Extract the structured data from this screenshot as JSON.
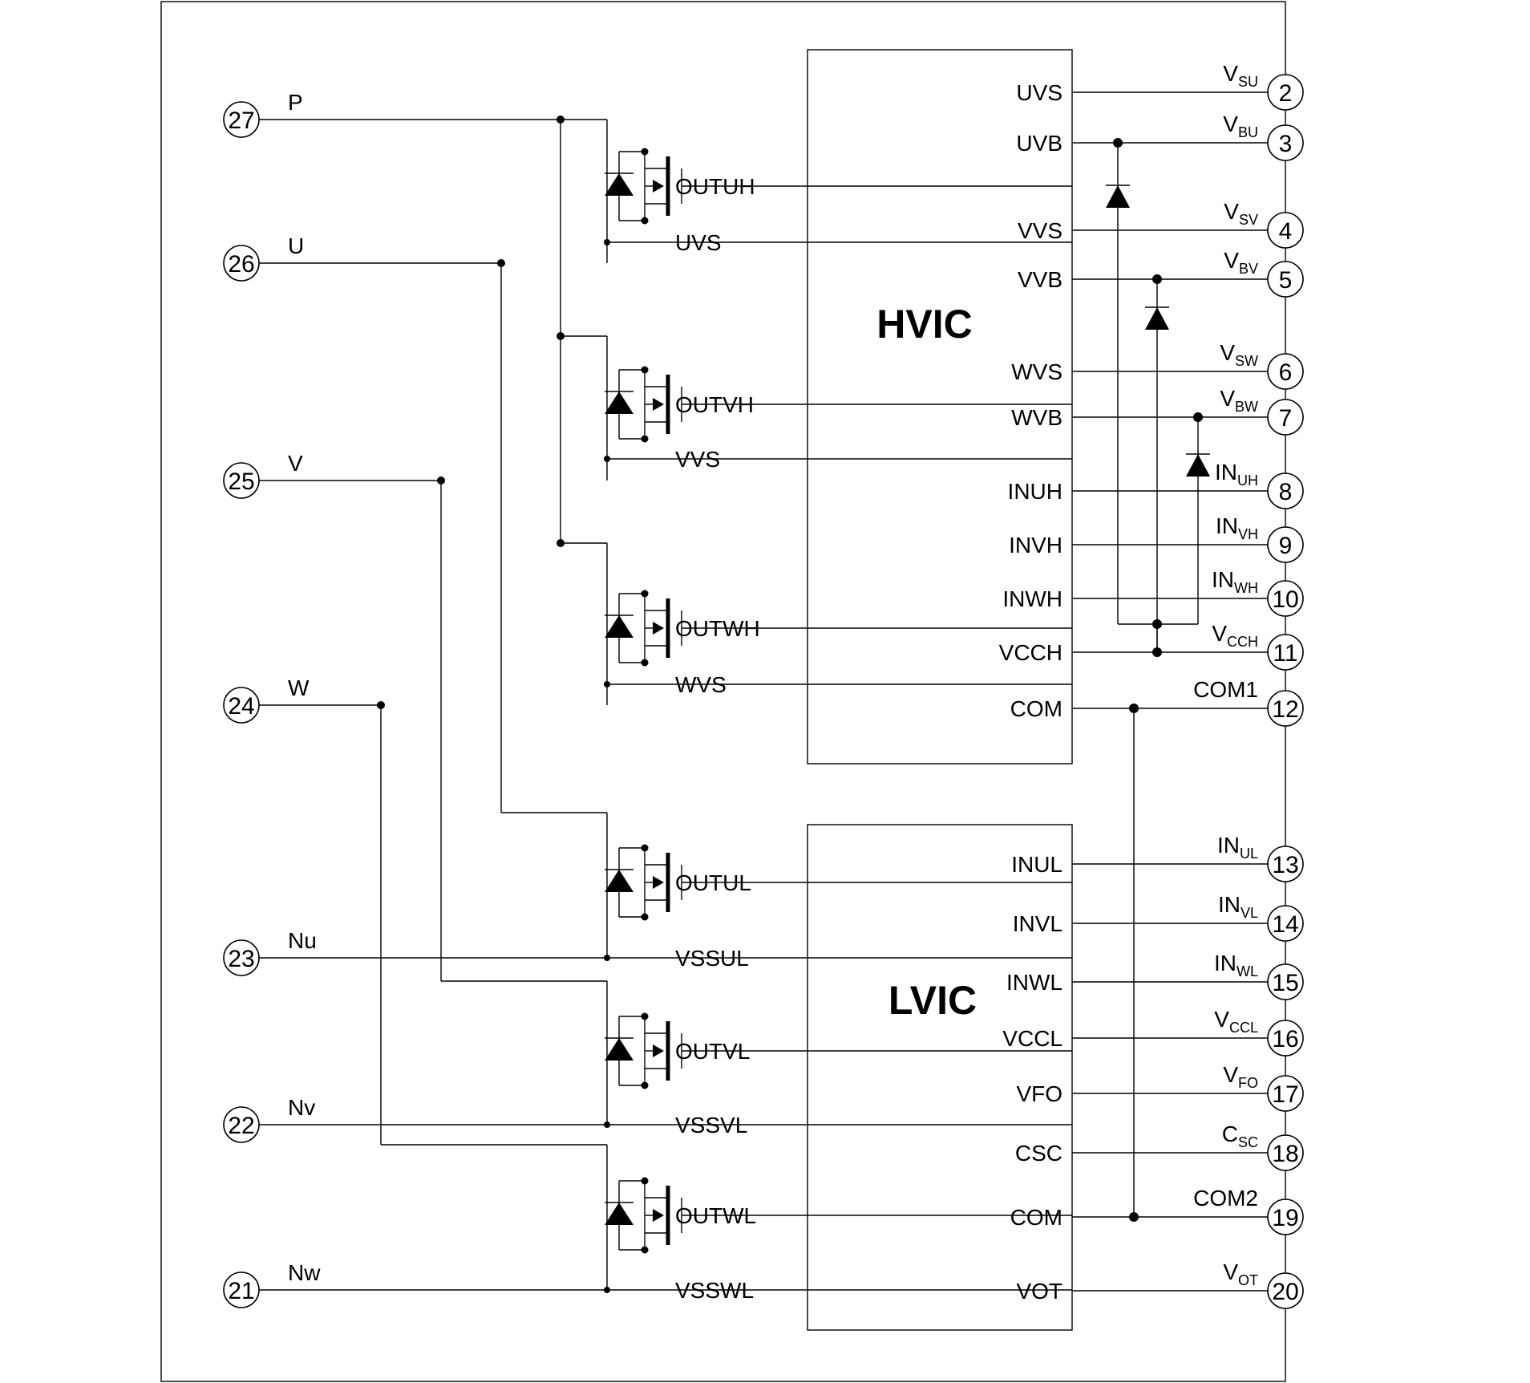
{
  "hvic": {
    "name": "HVIC",
    "left_pins": [
      "OUTUH",
      "UVS",
      "OUTVH",
      "VVS",
      "OUTWH",
      "WVS"
    ],
    "right_pins": [
      "UVS",
      "UVB",
      "VVS",
      "VVB",
      "WVS",
      "WVB",
      "INUH",
      "INVH",
      "INWH",
      "VCCH",
      "COM"
    ]
  },
  "lvic": {
    "name": "LVIC",
    "left_pins": [
      "OUTUL",
      "VSSUL",
      "OUTVL",
      "VSSVL",
      "OUTWL",
      "VSSWL"
    ],
    "right_pins": [
      "INUL",
      "INVL",
      "INWL",
      "VCCL",
      "VFO",
      "CSC",
      "COM",
      "VOT"
    ]
  },
  "left_terminals": [
    {
      "num": "27",
      "label": "P"
    },
    {
      "num": "26",
      "label": "U"
    },
    {
      "num": "25",
      "label": "V"
    },
    {
      "num": "24",
      "label": "W"
    },
    {
      "num": "23",
      "label": "Nu"
    },
    {
      "num": "22",
      "label": "Nv"
    },
    {
      "num": "21",
      "label": "Nw"
    }
  ],
  "right_terminals": [
    {
      "num": "2",
      "main": "V",
      "sub": "SU"
    },
    {
      "num": "3",
      "main": "V",
      "sub": "BU"
    },
    {
      "num": "4",
      "main": "V",
      "sub": "SV"
    },
    {
      "num": "5",
      "main": "V",
      "sub": "BV"
    },
    {
      "num": "6",
      "main": "V",
      "sub": "SW"
    },
    {
      "num": "7",
      "main": "V",
      "sub": "BW"
    },
    {
      "num": "8",
      "main": "IN",
      "sub": "UH"
    },
    {
      "num": "9",
      "main": "IN",
      "sub": "VH"
    },
    {
      "num": "10",
      "main": "IN",
      "sub": "WH"
    },
    {
      "num": "11",
      "main": "V",
      "sub": "CCH"
    },
    {
      "num": "12",
      "main": "COM1",
      "sub": ""
    },
    {
      "num": "13",
      "main": "IN",
      "sub": "UL"
    },
    {
      "num": "14",
      "main": "IN",
      "sub": "VL"
    },
    {
      "num": "15",
      "main": "IN",
      "sub": "WL"
    },
    {
      "num": "16",
      "main": "V",
      "sub": "CCL"
    },
    {
      "num": "17",
      "main": "V",
      "sub": "FO"
    },
    {
      "num": "18",
      "main": "C",
      "sub": "SC"
    },
    {
      "num": "19",
      "main": "COM2",
      "sub": ""
    },
    {
      "num": "20",
      "main": "V",
      "sub": "OT"
    }
  ]
}
